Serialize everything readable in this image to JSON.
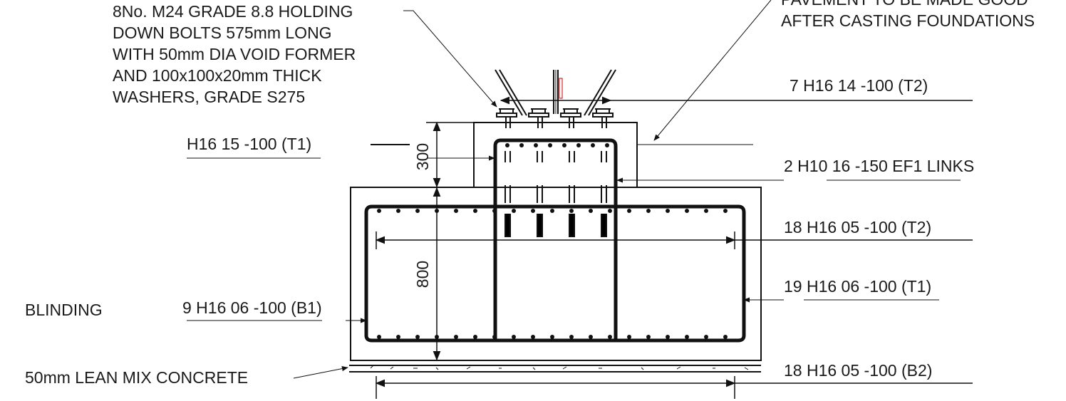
{
  "labels": {
    "bolts_note": [
      "8No. M24 GRADE 8.8 HOLDING",
      "DOWN BOLTS 575mm LONG",
      "WITH 50mm DIA VOID FORMER",
      "AND 100x100x20mm THICK",
      "WASHERS, GRADE S275"
    ],
    "pavement_note": [
      "PAVEMENT TO BE MADE GOOD",
      "AFTER CASTING FOUNDATIONS"
    ],
    "bar_t2_top": "7 H16 14 -100 (T2)",
    "bar_t1_plinth": "H16 15 -100  (T1)",
    "links": "2 H10 16 -150 EF1 LINKS",
    "bar_t2_base": "18 H16 05 -100 (T2)",
    "bar_t1_base": "19 H16 06 -100  (T1)",
    "blinding": "BLINDING",
    "bar_b1": "9 H16 06 -100  (B1)",
    "lean_mix": "50mm LEAN MIX CONCRETE",
    "bar_b2": "18 H16 05 -100 (B2)"
  },
  "dimensions": {
    "plinth_height": "300",
    "base_height": "800"
  }
}
